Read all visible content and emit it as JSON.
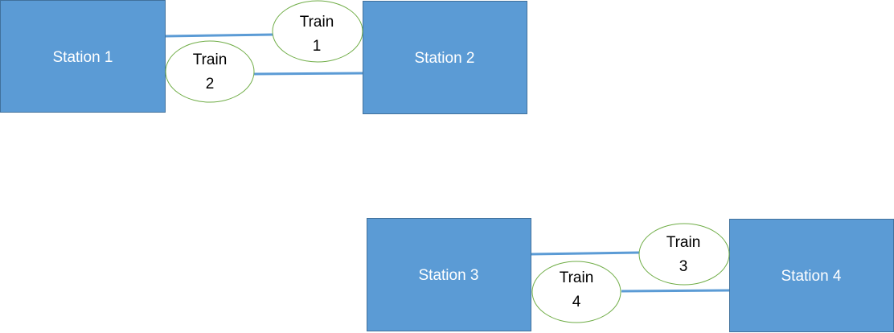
{
  "colors": {
    "station_fill": "#5b9bd5",
    "station_border": "#41719c",
    "track": "#5b9bd5",
    "train_border": "#70ad47",
    "station_text": "#ffffff",
    "train_text": "#000000"
  },
  "stations": [
    {
      "label": "Station 1"
    },
    {
      "label": "Station 2"
    },
    {
      "label": "Station 3"
    },
    {
      "label": "Station 4"
    }
  ],
  "trains": [
    {
      "line1": "Train",
      "line2": "1"
    },
    {
      "line1": "Train",
      "line2": "2"
    },
    {
      "line1": "Train",
      "line2": "3"
    },
    {
      "line1": "Train",
      "line2": "4"
    }
  ]
}
